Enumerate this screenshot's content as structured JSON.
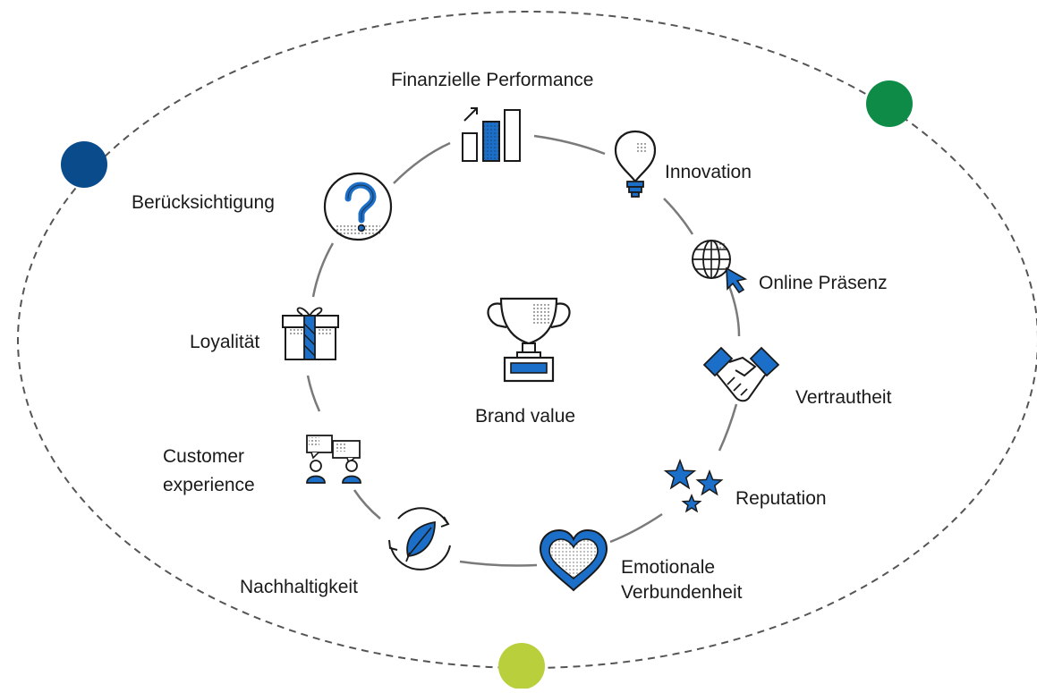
{
  "center": {
    "label": "Brand value",
    "icon": "trophy-icon"
  },
  "colors": {
    "outer_dots": [
      "#0a4c8b",
      "#0e8c47",
      "#b9cf3c"
    ],
    "accent_blue": "#1c6fc9",
    "line_gray": "#7a7a7a",
    "ink": "#1a1a1a"
  },
  "items": [
    {
      "id": "financial",
      "label": "Finanzielle Performance",
      "icon": "bar-chart-icon"
    },
    {
      "id": "innovation",
      "label": "Innovation",
      "icon": "lightbulb-icon"
    },
    {
      "id": "online",
      "label": "Online Präsenz",
      "icon": "globe-cursor-icon"
    },
    {
      "id": "trust",
      "label": "Vertrautheit",
      "icon": "handshake-icon"
    },
    {
      "id": "reputation",
      "label": "Reputation",
      "icon": "stars-icon"
    },
    {
      "id": "emotional",
      "label_line1": "Emotionale",
      "label_line2": "Verbundenheit",
      "icon": "heart-icon"
    },
    {
      "id": "sustainability",
      "label": "Nachhaltigkeit",
      "icon": "leaf-cycle-icon"
    },
    {
      "id": "cx",
      "label_line1": "Customer",
      "label_line2": "experience",
      "icon": "chat-people-icon"
    },
    {
      "id": "loyalty",
      "label": "Loyalität",
      "icon": "gift-icon"
    },
    {
      "id": "consideration",
      "label": "Berücksichtigung",
      "icon": "question-icon"
    }
  ]
}
